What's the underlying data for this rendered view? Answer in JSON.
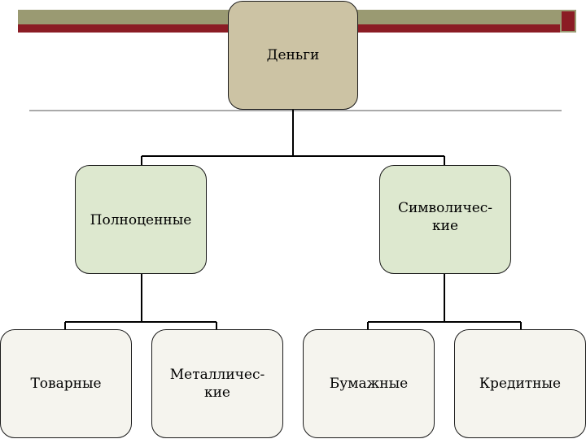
{
  "diagram": {
    "root": {
      "label": "Деньги"
    },
    "branches": [
      {
        "label": "Полноценные",
        "children": [
          {
            "label": "Товарные"
          },
          {
            "label": "Металличес-\nкие"
          }
        ]
      },
      {
        "label": "Символичес-\nкие",
        "children": [
          {
            "label": "Бумажные"
          },
          {
            "label": "Кредитные"
          }
        ]
      }
    ]
  },
  "colors": {
    "header_olive": "#9a9a72",
    "header_maroon": "#8b1c24",
    "root_fill": "#ccc3a4",
    "mid_fill": "#dde8cf",
    "leaf_fill": "#f5f4ee"
  }
}
